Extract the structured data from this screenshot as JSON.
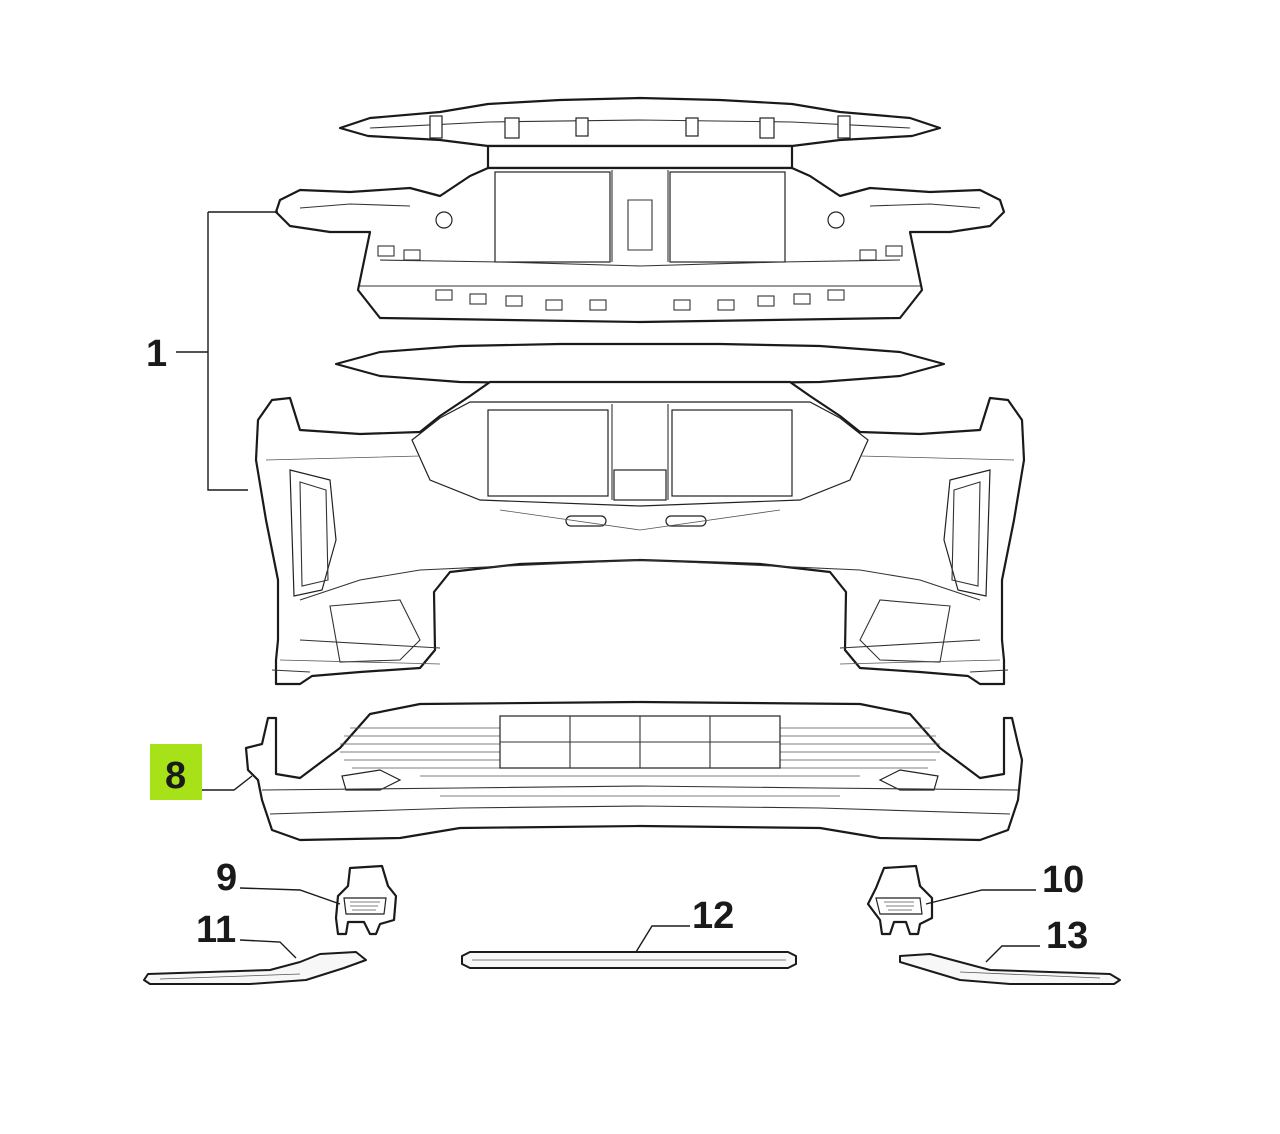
{
  "diagram": {
    "highlight_color": "#a7e219",
    "callouts": [
      {
        "id": "1",
        "label": "1",
        "highlighted": false
      },
      {
        "id": "8",
        "label": "8",
        "highlighted": true
      },
      {
        "id": "9",
        "label": "9",
        "highlighted": false
      },
      {
        "id": "10",
        "label": "10",
        "highlighted": false
      },
      {
        "id": "11",
        "label": "11",
        "highlighted": false
      },
      {
        "id": "12",
        "label": "12",
        "highlighted": false
      },
      {
        "id": "13",
        "label": "13",
        "highlighted": false
      }
    ]
  }
}
